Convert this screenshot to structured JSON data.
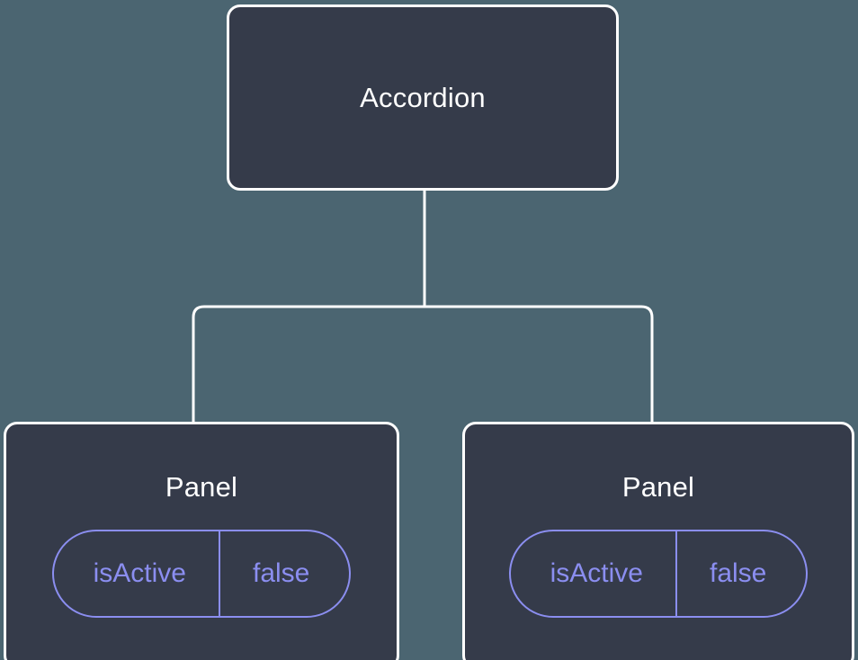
{
  "diagram": {
    "type": "component-tree",
    "background_color": "#4b6571",
    "node_fill_color": "#353b4a",
    "node_border_color": "#ffffff",
    "edge_color": "#ffffff",
    "accent_color": "#8b8ef0",
    "title_color": "#ffffff"
  },
  "root": {
    "label": "Accordion"
  },
  "panels": [
    {
      "label": "Panel",
      "prop": {
        "key": "isActive",
        "value": "false"
      }
    },
    {
      "label": "Panel",
      "prop": {
        "key": "isActive",
        "value": "false"
      }
    }
  ],
  "edges": [
    {
      "from": "Accordion",
      "to": "Panel"
    },
    {
      "from": "Accordion",
      "to": "Panel"
    }
  ]
}
